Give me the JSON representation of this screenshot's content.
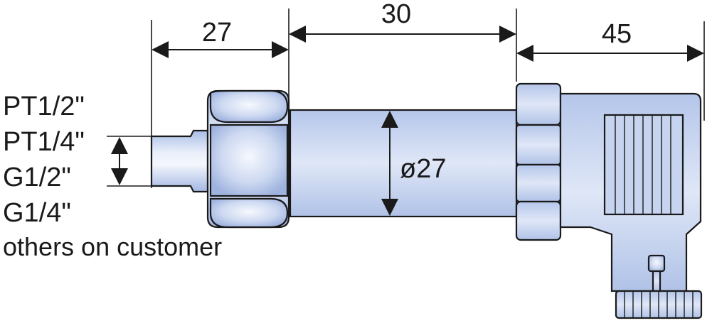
{
  "dimensions": {
    "fitting_length": "27",
    "body_length": "30",
    "connector_length": "45",
    "body_diameter": "ø27"
  },
  "thread_options": [
    "PT1/2\"",
    "PT1/4\"",
    "G1/2\"",
    "G1/4\""
  ],
  "custom_note": "others on customer",
  "colors": {
    "metal_light": "#eef3fb",
    "metal_mid": "#b7c8e8",
    "metal_dark": "#8ea8d8",
    "outline": "#1a1a1a"
  }
}
